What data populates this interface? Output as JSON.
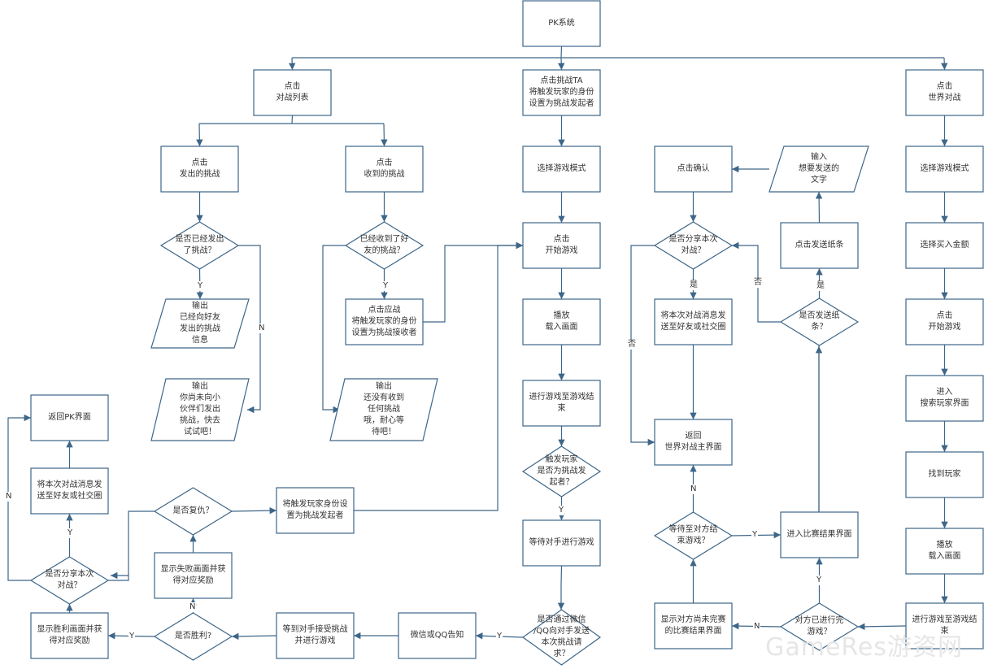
{
  "nodes": {
    "pk_system": "PK系统",
    "click_battle_list": "点击\n对战列表",
    "click_challenge_ta": "点击挑战TA\n将触发玩家的身份\n设置为挑战发起者",
    "click_world_battle": "点击\n世界对战",
    "click_sent_challenges": "点击\n发出的挑战",
    "click_received_challenges": "点击\n收到的挑战",
    "select_mode_center": "选择游戏模式",
    "click_confirm": "点击确认",
    "input_text": "输入\n想要发送的\n文字",
    "select_mode_right": "选择游戏模式",
    "q_sent_challenge": "是否已经发出\n了挑战？",
    "q_received_challenge": "已经收到了好\n友的挑战？",
    "click_start_center": "点击\n开始游戏",
    "q_share_right": "是否分享本次\n对战？",
    "click_send_note": "点击发送纸条",
    "select_buyin": "选择买入金额",
    "output_sent_info": "输出\n已经向好友\n发出的挑战\n信息",
    "click_accept": "点击应战\n将触发玩家的身份\n设置为挑战接收者",
    "play_load_center": "播放\n载入画面",
    "send_result_right": "将本次对战消息发\n送至好友或社交圈",
    "q_send_note": "是否发送纸\n条？",
    "click_start_right": "点击\n开始游戏",
    "output_no_sent": "输出\n你尚未向小\n伙伴们发出\n挑战，快去\n试试吧！",
    "output_no_received": "输出\n还没有收到\n任何挑战\n哦，耐心等\n待吧！",
    "play_to_end_center": "进行游戏至游戏结\n束",
    "enter_search": "进入\n搜索玩家界面",
    "return_pk": "返回PK界面",
    "return_world_main": "返回\n世界对战主界面",
    "q_initiator": "触发玩家\n是否为挑战发\n起者？",
    "find_player": "找到玩家",
    "send_result_left": "将本次对战消息发\n送至好友或社交圈",
    "q_revenge": "是否复仇？",
    "set_initiator": "将触发玩家身份设\n置为挑战发起者",
    "wait_opponent": "等待对手进行游戏",
    "q_wait_finish": "等待至对方结\n束游戏？",
    "enter_result": "进入比赛结果界面",
    "play_load_right": "播放\n载入画面",
    "show_fail": "显示失败画面并获\n得对应奖励",
    "q_share_left": "是否分享本次\n对战？",
    "q_passed_notify": "是否通过微信\n/QQ向对手发送\n本次挑战请\n求？",
    "show_unfinished": "显示对方尚未完赛\n的比赛结果界面",
    "q_opponent_done": "对方已进行完\n游戏？",
    "play_to_end_right": "进行游戏至游戏结\n束",
    "show_win": "显示胜利画面并获\n得对应奖励",
    "q_win": "是否胜利?",
    "wait_accept": "等到对手接受挑战\n并进行游戏",
    "notify": "微信或QQ告知"
  },
  "labels": {
    "sent_y": "Y",
    "sent_n": "N",
    "received_y": "Y",
    "share_right_yes": "是",
    "share_right_no": "否",
    "note_no": "否",
    "note_yes": "是",
    "initiator_y": "Y",
    "wait_finish_y": "Y",
    "wait_finish_n": "N",
    "opponent_done_y": "Y",
    "opponent_done_n": "N",
    "notify_y": "Y",
    "win_y": "Y",
    "win_n": "N",
    "share_left_y": "Y",
    "share_left_n": "N"
  },
  "watermark": "GameRes游资网",
  "colors": {
    "line": "#3d6688",
    "text": "#333333",
    "watermark": "#e6e6e6"
  }
}
